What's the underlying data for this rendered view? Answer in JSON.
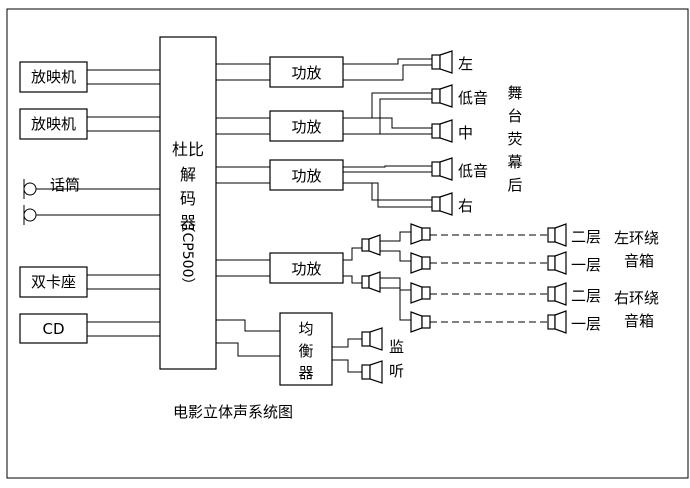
{
  "title": "电影立体声系统图",
  "sources": {
    "projector_1": "放映机",
    "projector_2": "放映机",
    "microphone": "话筒",
    "dual_cassette": "双卡座",
    "cd": "CD"
  },
  "decoder": {
    "chars": [
      "杜",
      "比",
      "解",
      "码",
      "器"
    ],
    "model": "（CP500）"
  },
  "amplifiers": [
    "功放",
    "功放",
    "功放",
    "功放"
  ],
  "equalizer": [
    "均",
    "衡",
    "器"
  ],
  "stage_speakers": [
    "左",
    "低音",
    "中",
    "低音",
    "右"
  ],
  "stage_group": [
    "舞",
    "台",
    "荧",
    "幕",
    "后"
  ],
  "surround_levels": [
    "二层",
    "一层",
    "二层",
    "一层"
  ],
  "surround_left": [
    "左环绕",
    "音箱"
  ],
  "surround_right": [
    "右环绕",
    "音箱"
  ],
  "monitor": [
    "监",
    "听"
  ]
}
